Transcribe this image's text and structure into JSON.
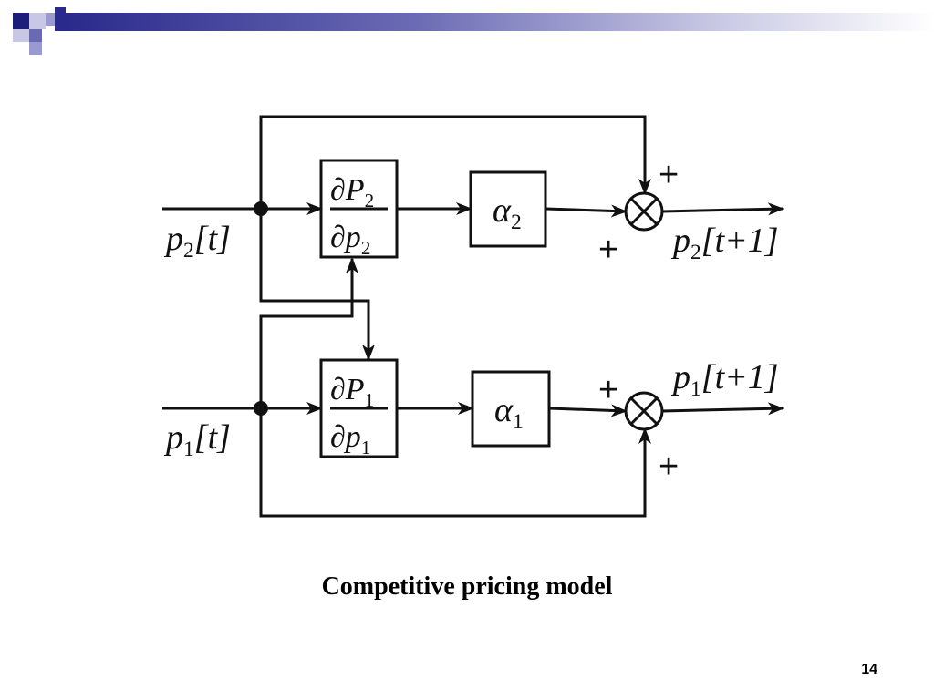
{
  "slide": {
    "caption": "Competitive pricing model",
    "page_number": "14"
  },
  "diagram": {
    "input_top": "p2[t]",
    "input_bottom": "p1[t]",
    "output_top": "p2[t+1]",
    "output_bottom": "p1[t+1]",
    "block_top_derivative": {
      "numerator": "∂P2",
      "denominator": "∂p2"
    },
    "block_bottom_derivative": {
      "numerator": "∂P1",
      "denominator": "∂p1"
    },
    "gain_top": "α2",
    "gain_bottom": "α1",
    "summer_signs": [
      "+",
      "+",
      "+",
      "+"
    ]
  },
  "colors": {
    "header_dark": "#1c1c7a",
    "header_mid": "#6a6ab4",
    "header_light": "#b4b4dc",
    "line": "#111111"
  }
}
